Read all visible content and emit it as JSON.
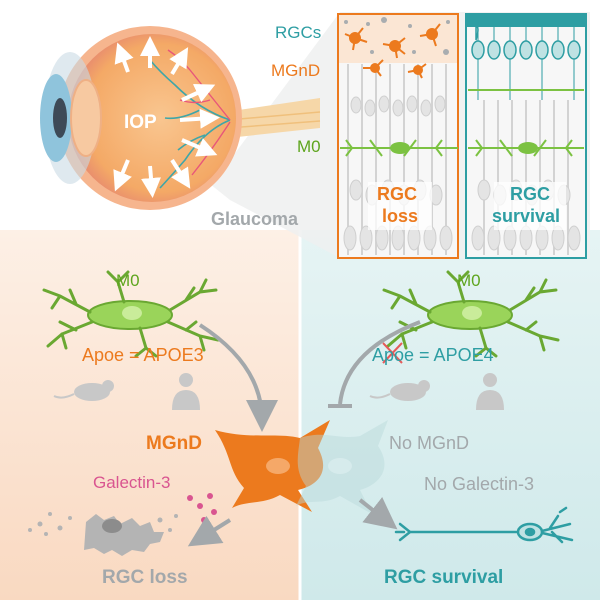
{
  "eye": {
    "iop_label": "IOP",
    "disease_label": "Glaucoma"
  },
  "retina": {
    "layer_labels": {
      "rgcs": "RGCs",
      "mgnd": "MGnD",
      "m0": "M0"
    },
    "left_panel": {
      "line1": "RGC",
      "line2": "loss"
    },
    "right_panel": {
      "line1": "RGC",
      "line2": "survival"
    }
  },
  "left_pathway": {
    "microglia_label": "M0",
    "apoe_text": "Apoe = APOE3",
    "activated_label": "MGnD",
    "factor_label": "Galectin-3",
    "outcome_label": "RGC loss"
  },
  "right_pathway": {
    "microglia_label": "M0",
    "apoe_text": "Apoe = APOE4",
    "no_mgnd_label": "No MGnD",
    "no_factor_label": "No Galectin-3",
    "outcome_label": "RGC survival"
  },
  "colors": {
    "orange": "#ec7a1e",
    "teal": "#2e9ea3",
    "green": "#7cc242",
    "pink": "#d95590",
    "grey": "#a3a8ab",
    "left_bg": "#fbe3d2",
    "right_bg": "#d7eeef"
  }
}
